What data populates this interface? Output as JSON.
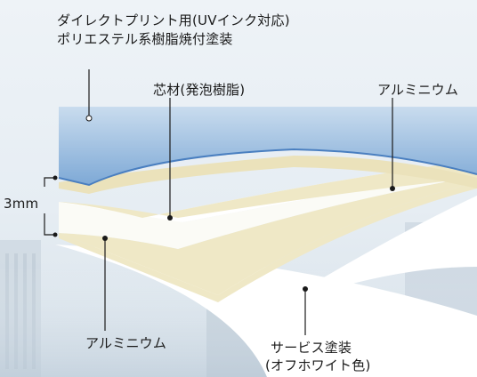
{
  "labels": {
    "top_coating_line1": "ダイレクトプリント用(UVインク対応)",
    "top_coating_line2": "ポリエステル系樹脂焼付塗装",
    "core": "芯材(発泡樹脂)",
    "aluminium_top": "アルミニウム",
    "thickness": "3mm",
    "aluminium_bottom": "アルミニウム",
    "service_line1": "サービス塗装",
    "service_line2": "(オフホワイト色)"
  },
  "colors": {
    "background": "#e6edf3",
    "print_coating": "#8fb6dd",
    "aluminium": "#efe8c6",
    "core": "#fbfbf6",
    "backing": "#ffffff",
    "leader_line": "#1a1a1a"
  }
}
